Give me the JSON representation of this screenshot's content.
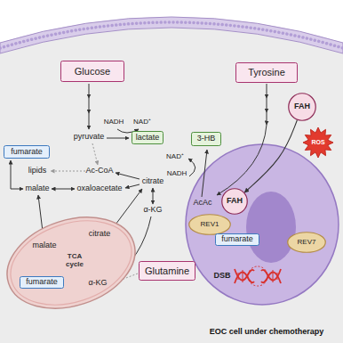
{
  "diagram": {
    "caption": "EOC cell under chemotherapy",
    "nodes": [
      {
        "text": [
          "Glucose"
        ]
      },
      {
        "text": [
          "Tyrosine"
        ]
      },
      {
        "text": [
          "FAH"
        ]
      },
      {
        "text": [
          "ROS"
        ]
      },
      {
        "text": [
          "fumarate"
        ]
      },
      {
        "text": [
          "lactate"
        ]
      },
      {
        "text": [
          "3-HB"
        ]
      },
      {
        "text": [
          "TCA cycle"
        ]
      },
      {
        "text": [
          "fumarate"
        ],
        "in": 7
      },
      {
        "text": [
          "FAH"
        ]
      },
      {
        "text": [
          "REV1"
        ]
      },
      {
        "text": [
          "fumarate"
        ]
      },
      {
        "text": [
          "REV7"
        ]
      },
      {
        "text": [
          "Glutamine"
        ]
      }
    ],
    "edges": [
      {
        "from": 2,
        "to": 9,
        "arrow": "to"
      }
    ],
    "labels": [
      "pyruvate",
      "NADH",
      "NAD⁺",
      "lipids",
      "Ac-CoA",
      "malate",
      "oxaloacetate",
      "citrate",
      "α-KG",
      "malate",
      "citrate",
      "α-KG",
      "NAD⁺",
      "NADH",
      "AcAc",
      "DSB"
    ]
  }
}
